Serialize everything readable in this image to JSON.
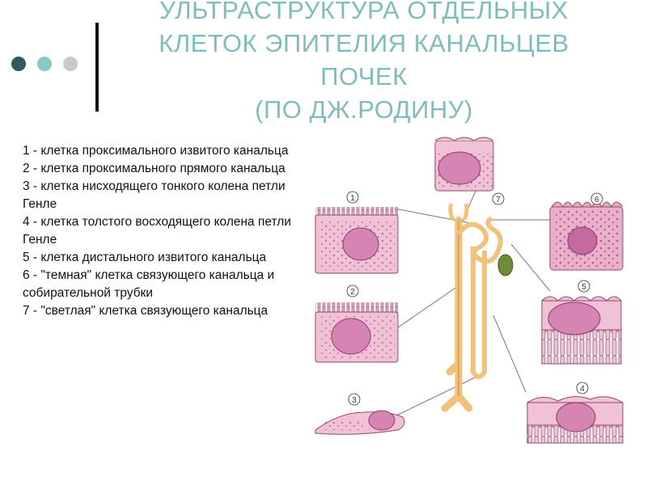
{
  "title": {
    "lines": [
      "УЛЬТРАСТРУКТУРА ОТДЕЛЬНЫХ",
      "КЛЕТОК ЭПИТЕЛИЯ КАНАЛЬЦЕВ",
      "ПОЧЕК",
      "(ПО ДЖ.РОДИНУ)"
    ]
  },
  "legend": {
    "items": [
      "1 - клетка проксимального извитого канальца",
      "2 - клетка проксимального прямого канальца",
      "3 - клетка нисходящего тонкого колена петли Генле",
      "4 - клетка толстого восходящего колена петли Генле",
      "5 - клетка дистального извитого канальца",
      "6 - \"темная\" клетка связующего канальца и собирательной трубки",
      "7 - \"светлая\" клетка связующего канальца"
    ]
  },
  "diagram": {
    "cell_numbers": [
      "1",
      "2",
      "3",
      "4",
      "5",
      "6",
      "7"
    ]
  },
  "colors": {
    "title": "#7fbcbc",
    "cell_fill": "#f1c2d6",
    "nucleus": "#c05a92",
    "tubule": "#f3c27a"
  }
}
